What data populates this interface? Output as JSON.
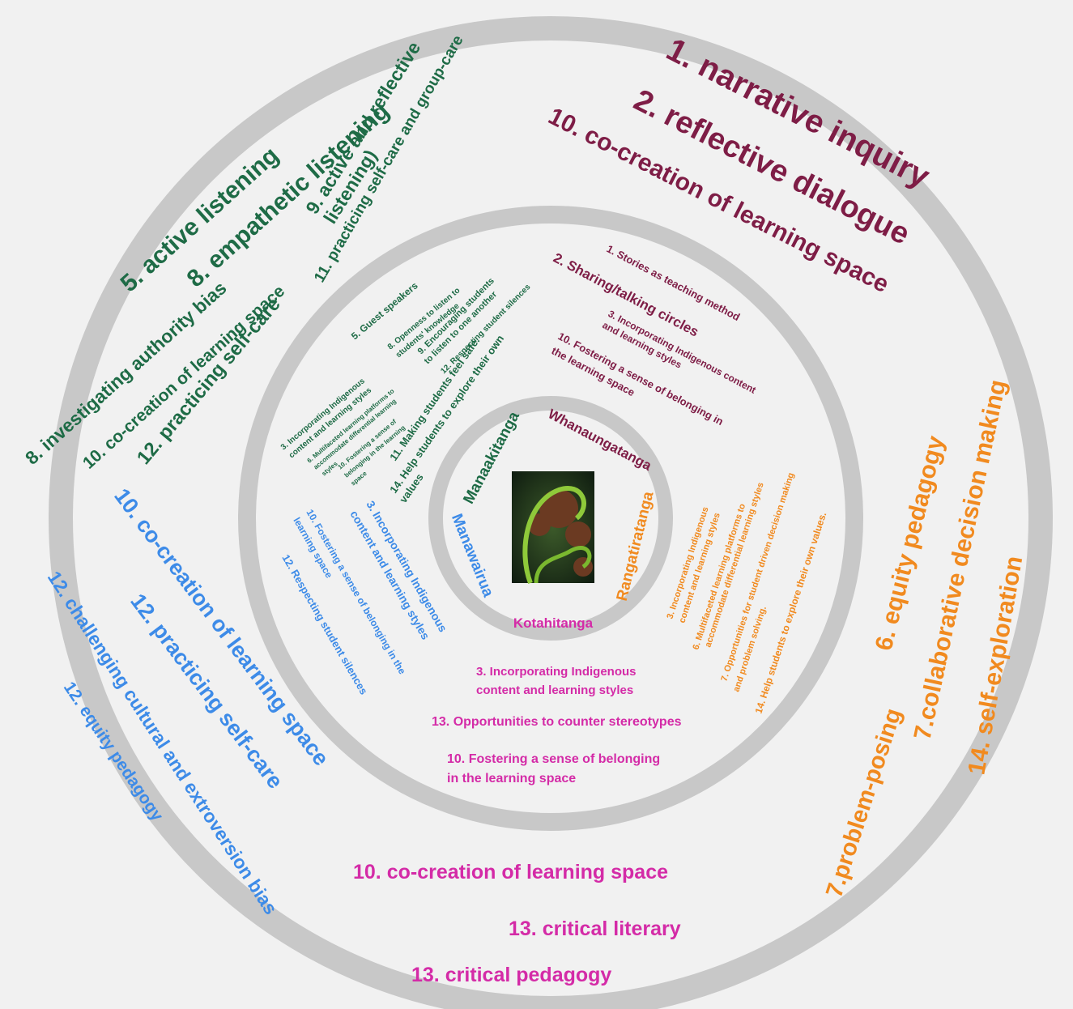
{
  "colors": {
    "background": "#f1f1f1",
    "ring": "#c8c8c8",
    "maroon": "#7e1d46",
    "green": "#1e6b46",
    "blue": "#3d8be8",
    "orange": "#f18a1f",
    "magenta": "#d42ba7"
  },
  "center": {
    "image": "fern-koru-photo",
    "labels": {
      "whanaungatanga": "Whanaungatanga",
      "manaakitanga": "Manaakitanga",
      "manawairua": "Manawairua",
      "rangatiratanga": "Rangatiratanga",
      "kotahitanga": "Kotahitanga"
    }
  },
  "middle_ring": {
    "maroon": [
      "1. Stories as teaching method",
      "2. Sharing/talking circles",
      "3. Incorporating Indigenous content",
      "and learning styles",
      "10. Fostering a sense of belonging in",
      "the learning space"
    ],
    "green": [
      "5. Guest speakers",
      "8. Openness to listen to",
      "students' knowledge",
      "9. Encouraging students",
      "to listen to one another",
      "12. Respecting student silences",
      "3. Incorporating Indigenous",
      "content and learning styles",
      "6. Multifaceted learning platforms to",
      "accommodate differential learning",
      "styles",
      "10. Fostering a sense of",
      "belonging in the learning",
      "space",
      "11. Making students feel safe.",
      "14. Help students to explore their own",
      "values"
    ],
    "blue": [
      "3. Incorporating Indigenous",
      "content and learning styles",
      "10. Fostering a sense of belonging in the",
      "learning space",
      "12. Respecting student silences"
    ],
    "orange": [
      "3. Incorporating Indigenous",
      "content and learning styles",
      "6. Multifaceted learning platforms to",
      "accommodate differential learning styles",
      "7. Opportunities for student driven decision making",
      "and problem solving.",
      "14. Help students to explore their own values."
    ],
    "magenta": [
      "3. Incorporating Indigenous",
      "content and learning styles",
      "13. Opportunities to counter stereotypes",
      "10. Fostering a sense of belonging",
      "in the learning space"
    ]
  },
  "outer_ring": {
    "maroon": [
      "1. narrative inquiry",
      "2. reflective dialogue",
      "10. co-creation of learning space"
    ],
    "green": [
      "5. active listening",
      "8. empathetic listening",
      "9. active and reflective",
      "listening)",
      "11. practicing self-care and group-care",
      "8. investigating authority bias",
      "10. co-creation of learning space",
      "12. practicing self-care"
    ],
    "blue": [
      "10. co-creation of learning space",
      "12. practicing self-care",
      "12. challenging cultural and extroversion bias",
      "12. equity pedagogy"
    ],
    "orange": [
      "6. equity pedagogy",
      "7.collaborative decision making",
      "14. self-exploration",
      "7.problem-posing"
    ],
    "magenta": [
      "10. co-creation of learning space",
      "13. critical literary",
      "13. critical pedagogy"
    ]
  }
}
